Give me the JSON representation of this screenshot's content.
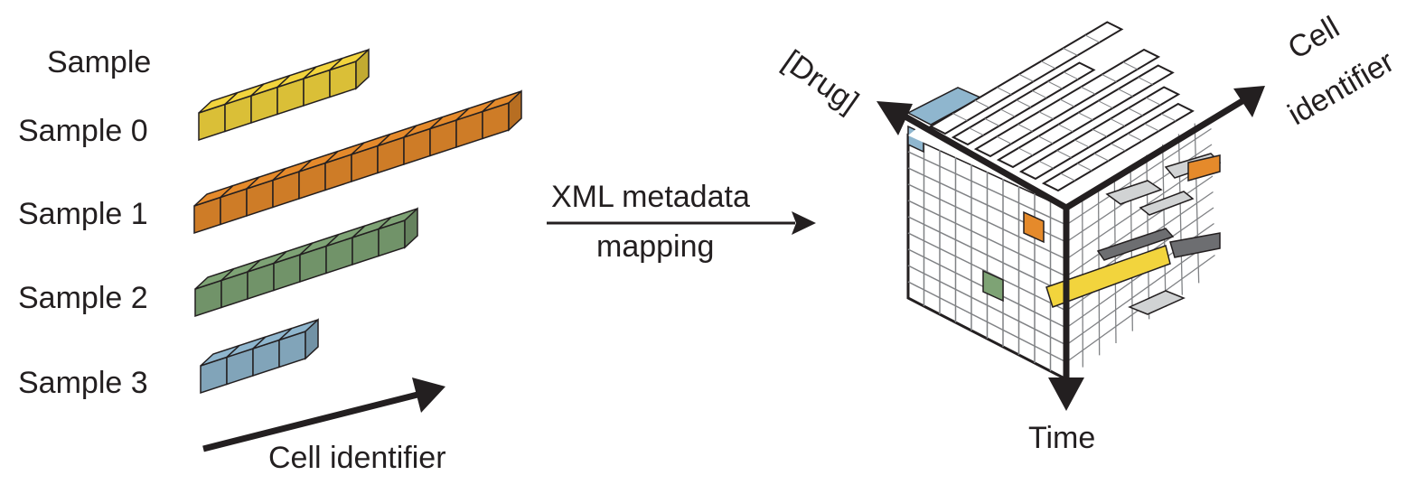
{
  "samples": {
    "header": "Sample",
    "rows": [
      {
        "label": "Sample 0",
        "cells": 6,
        "color": "#f2d43d"
      },
      {
        "label": "Sample 1",
        "cells": 12,
        "color": "#e58a2b"
      },
      {
        "label": "Sample 2",
        "cells": 8,
        "color": "#7ea375"
      },
      {
        "label": "Sample 3",
        "cells": 4,
        "color": "#8fb6ce"
      }
    ],
    "axis_label": "Cell identifier"
  },
  "mapping": {
    "line1": "XML metadata",
    "line2": "mapping"
  },
  "cube": {
    "axis_drug": "[Drug]",
    "axis_cell_line1": "Cell",
    "axis_cell_line2": "identifier",
    "axis_time": "Time",
    "colors": {
      "grid": "#ffffff",
      "outline": "#231f20",
      "light_gray": "#d1d3d4",
      "dark_gray": "#6d6e71",
      "blue": "#8fb6ce",
      "orange": "#e58a2b",
      "green": "#7ea375",
      "yellow": "#f2d43d"
    }
  }
}
